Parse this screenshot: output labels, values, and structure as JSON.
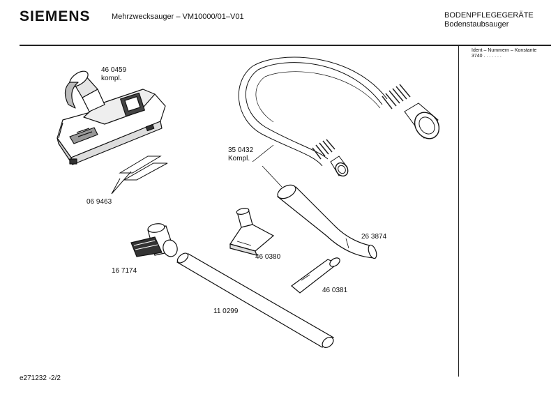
{
  "header": {
    "brand": "SIEMENS",
    "model": "Mehrzwecksauger – VM10000/01–V01",
    "category": "BODENPFLEGEGERÄTE",
    "subcategory": "Bodenstaubsauger"
  },
  "sidebar": {
    "ident_header": "Ident – Nummern – Konstante",
    "ident_value": "3740   .  .  .  .  .  .  ."
  },
  "parts": {
    "floor_nozzle": {
      "number": "46 0459",
      "note": "kompl."
    },
    "strips": {
      "number": "06 9463"
    },
    "hose": {
      "number": "35 0432",
      "note": "Kompl."
    },
    "upholstery_nozzle": {
      "number": "46 0380"
    },
    "bent_tube": {
      "number": "26 3874"
    },
    "brush_adapter": {
      "number": "16 7174"
    },
    "crevice_nozzle": {
      "number": "46 0381"
    },
    "straight_tube": {
      "number": "11 0299"
    }
  },
  "footer": {
    "doc_id": "e271232 -2/2"
  }
}
